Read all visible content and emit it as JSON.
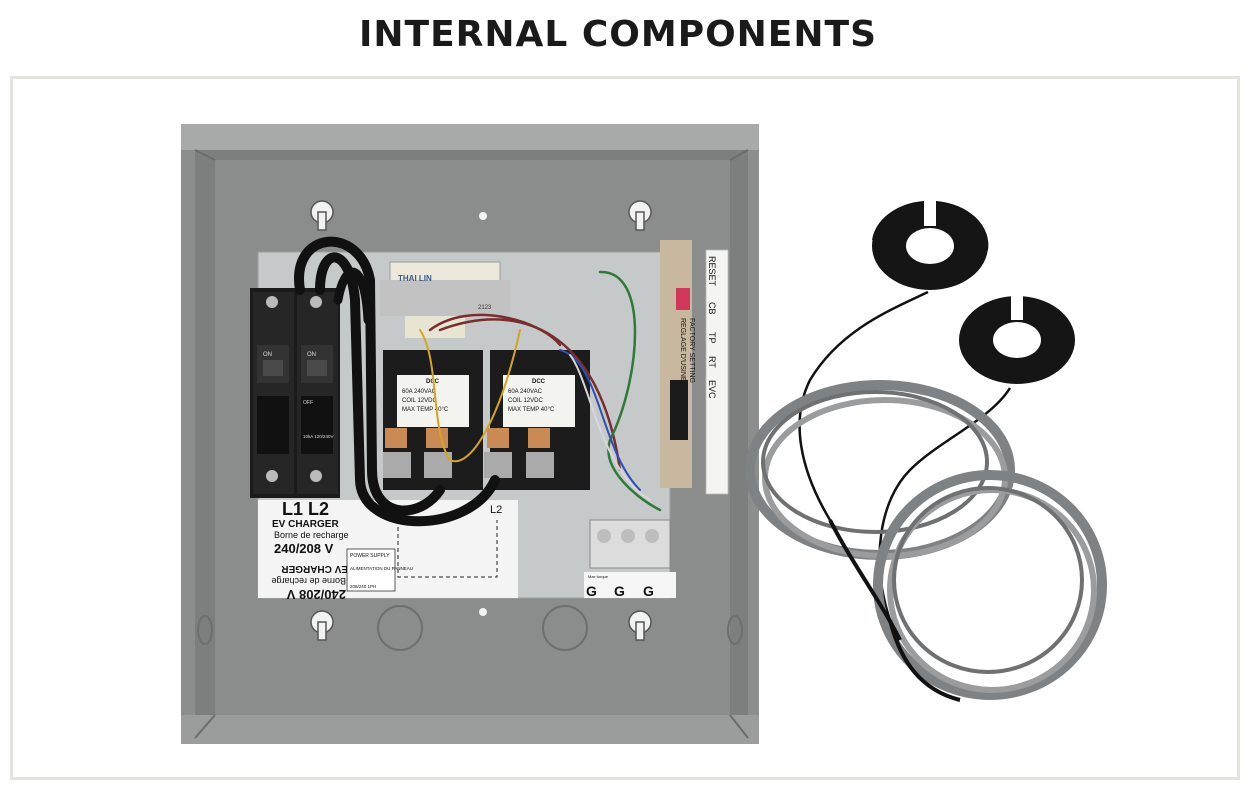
{
  "page": {
    "title": "INTERNAL COMPONENTS"
  },
  "labels": {
    "l1_l2": "L1 L2",
    "ev_charger": "EV CHARGER",
    "borne": "Borne de recharge",
    "voltage": "240/208 V",
    "voltage_inverted": "240/208 V",
    "borne_inverted": "Borne de recharge",
    "ev_charger_inverted": "EV CHARGER",
    "power_supply": "POWER SUPPLY",
    "alimentation": "ALIMENTATION DU PANNEAU",
    "wiring_code": "208/240 1PH",
    "l1": "L1",
    "l2": "L2",
    "breaker_on_left": "ON",
    "breaker_on_right": "ON",
    "breaker_off": "OFF",
    "breaker_rating": "10kA 120/240V",
    "transformer_brand": "THAI LIN",
    "transformer_code": "2123",
    "relay1_brand": "DCC",
    "relay1_line1": "60A 240VAC",
    "relay1_line2": "COIL 12VDC",
    "relay1_line3": "MAX TEMP 40°C",
    "relay2_brand": "DCC",
    "relay2_line1": "60A 240VAC",
    "relay2_line2": "COIL 12VDC",
    "relay2_line3": "MAX TEMP 40°C",
    "reset": "RESET",
    "cb": "CB",
    "tp": "TP",
    "rt": "RT",
    "evc": "EVC",
    "reglage": "REGLAGE D'USINE",
    "factory": "FACTORY SETTING",
    "ground1": "G",
    "ground2": "G",
    "ground3": "G",
    "ground_torque": "Max torque"
  },
  "colors": {
    "enclosure": "#8e9190",
    "enclosure_dark": "#6f7271",
    "backplate": "#c9cccd",
    "relay": "#1d1d1d",
    "ct_clamp": "#151515",
    "ct_cable": "#8a8c8e"
  }
}
